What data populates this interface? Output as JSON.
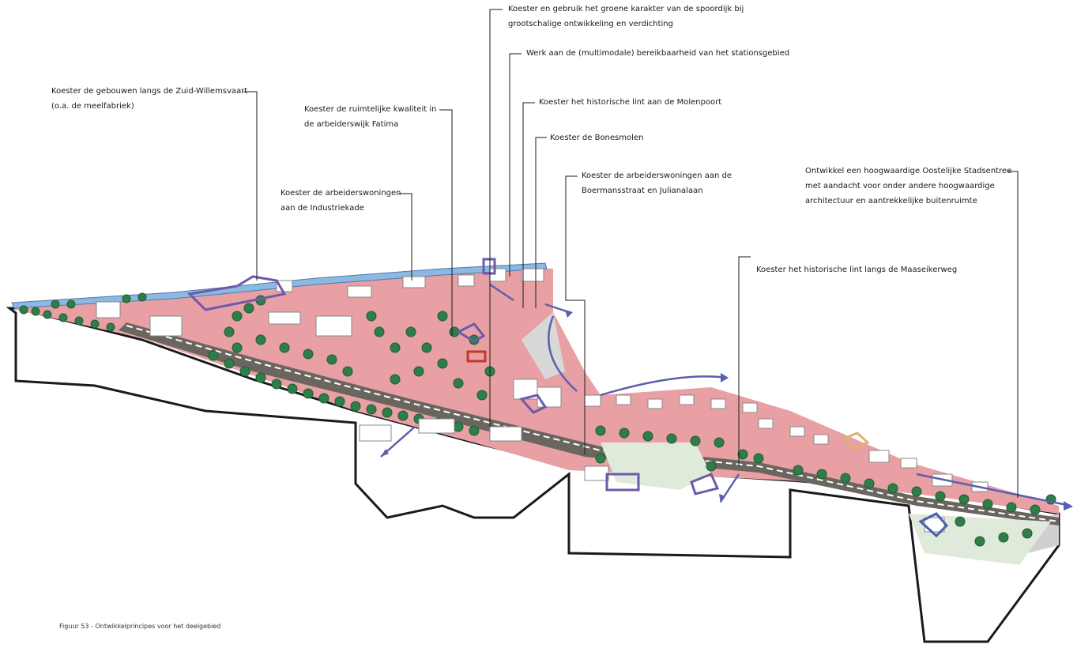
{
  "annotations": {
    "zuid_willemsvaart": "Koester de gebouwen langs de Zuid-Willemsvaart\n(o.a. de meelfabriek)",
    "fatima": "Koester de ruimtelijke kwaliteit in\nde arbeiderswijk Fatima",
    "industriekade": "Koester de arbeiderswoningen\naan de Industriekade",
    "spoordijk": "Koester en gebruik het groene karakter van de spoordijk bij\ngrootschalige ontwikkeling en verdichting",
    "bereikbaarheid": "Werk aan de (multimodale) bereikbaarheid van het stationsgebied",
    "molenpoort": "Koester het historische lint aan de Molenpoort",
    "bonesmolen": "Koester de Bonesmolen",
    "boermansstraat": "Koester de arbeiderswoningen aan de\nBoermansstraat en Julianalaan",
    "stadsentree": "Ontwikkel een hoogwaardige Oostelijke Stadsentree\nmet aandacht voor onder andere hoogwaardige\narchitectuur en aantrekkelijke buitenruimte",
    "maaseikerweg": "Koester het historische lint langs de Maaseikerweg"
  },
  "caption": "Figuur 53 - Ontwikkelprincipes voor het deelgebied",
  "colors": {
    "canal": "#8db8e0",
    "street_pink": "#e8a0a4",
    "tree_green": "#2f7d47",
    "tree_dark": "#1f5c33",
    "rail_dark": "#6b6560",
    "green_field": "#dfeadb",
    "building": "#ffffff",
    "heritage_purple": "#6e5aa8",
    "heritage_red": "#c0392b",
    "heritage_orange": "#e0b070",
    "arrow_blue": "#5a5fb0"
  }
}
